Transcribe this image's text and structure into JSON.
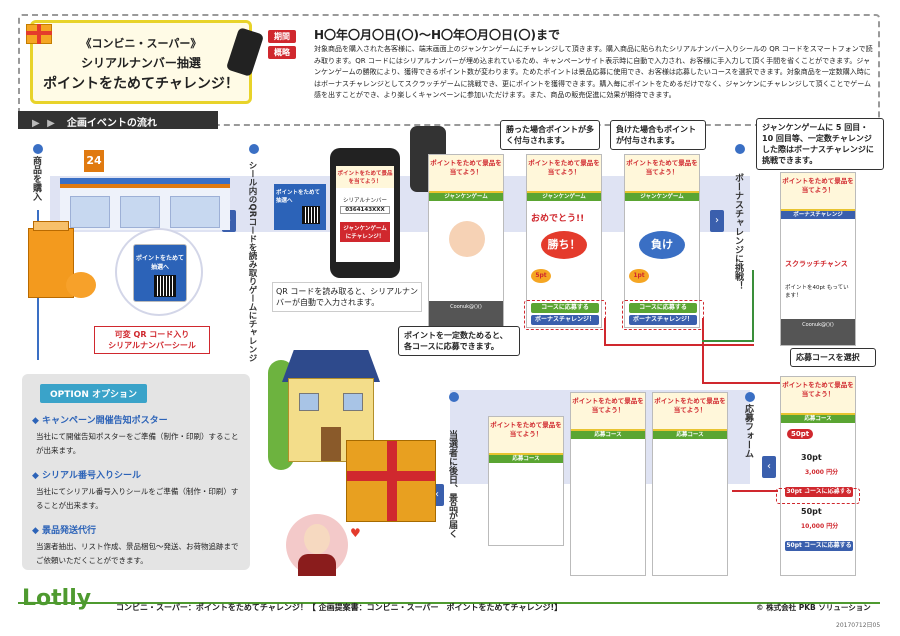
{
  "header": {
    "badge_line1": "《コンビニ・スーパー》",
    "badge_line2": "シリアルナンバー抽選",
    "badge_line3": "ポイントをためてチャレンジ！",
    "period_tag": "期間",
    "overview_tag": "概略",
    "period": "H〇年〇月〇日(〇)～H〇年〇月〇日(〇)まで",
    "overview": "対象商品を購入された各客様に、端末画面上のジャンケンゲームにチャレンジして頂きます。購入商品に貼られたシリアルナンバー入りシールの QR コードをスマートフォンで読み取ります。QR コードにはシリアルナンバーが埋め込まれているため、キャンペーンサイト表示時に自動で入力され、お客様に手入力して頂く手間を省くことができます。ジャンケンゲームの勝敗により、獲得できるポイント数が変わります。ためたポイントは景品応募に使用でき、お客様は応募したいコースを選択できます。対象商品を一定数購入時にはボーナスチャレンジとしてスクラッチゲームに挑戦でき、更にポイントを獲得できます。購入毎にポイントをためるだけでなく、ジャンケンにチャレンジして頂くことでゲーム感を出すことができ、より楽しくキャンペーンに参加いただけます。また、商品の販売促進に効果が期待できます。"
  },
  "section_title": "企画イベントの流れ",
  "stages": {
    "buy": "商品を購入",
    "scan": "シール内のQRコードを読み取りゲームにチャレンジ",
    "bonus": "ボーナスチャレンジに挑戦！",
    "apply": "応募フォーム",
    "prize": "当選者に後日、景品が届く"
  },
  "store_sign": "24",
  "sticker": {
    "card_text": "ポイントをためて抽選へ",
    "label": "可変 QR コード入り\nシリアルナンバーシール"
  },
  "phone": {
    "card_text": "ポイントをためて抽選へ",
    "screen_title": "ポイントをためて景品を当てよう！",
    "serial_label": "シリアルナンバー",
    "serial": "0364143XXX",
    "button": "ジャンケンゲームにチャレンジ！",
    "caption": "QR コードを読み取ると、シリアルナンバーが自動で入力されます。"
  },
  "cards": {
    "title": "ポイントをためて景品を当てよう！",
    "game_bar": "ジャンケンゲーム",
    "bonus_bar": "ボーナスチャレンジ",
    "apply_bar": "応募コース",
    "win_text": "勝ち！",
    "lose_text": "負け",
    "win_congrats": "おめでとう!!",
    "win_points": "5pt",
    "lose_points": "1pt",
    "course_button": "コースに応募する",
    "bonus_button": "ボーナスチャレンジ！",
    "footer": "Coonuk@()()",
    "scratch": "スクラッチチャンス",
    "points_have": "ポイントを40pt もっています！"
  },
  "callouts": {
    "win": "勝った場合ポイントが多く付与されます。",
    "lose": "負けた場合もポイントが付与されます。",
    "bonus": "ジャンケンゲームに 5 回目・10 回目等、一定数チャレンジした際はボーナスチャレンジに挑戦できます。",
    "apply": "ポイントを一定数ためると、各コースに応募できます。",
    "select": "応募コースを選択"
  },
  "course": {
    "c50": "50pt",
    "c30": "30pt",
    "c30_btn": "30pt コースに応募する",
    "c50_btn": "50pt コースに応募する",
    "prize30": "3,000 円分",
    "prize50": "10,000 円分"
  },
  "option": {
    "tag": "OPTION オプション",
    "h1": "◆ キャンペーン開催告知ポスター",
    "t1": "当社にて開催告知ポスターをご準備（制作・印刷）することが出来ます。",
    "h2": "◆ シリアル番号入りシール",
    "t2": "当社にてシリアル番号入りシールをご準備（制作・印刷）することが出来ます。",
    "h3": "◆ 景品発送代行",
    "t3": "当選者抽出、リスト作成、景品梱包～発送、お荷物追跡までご依頼いただくことができます。"
  },
  "footer": {
    "logo": "Lotlly",
    "text": "コンビニ・スーパー：ポイントをためてチャレンジ！【 企画提案書：コンビニ・スーパー　ポイントをためてチャレンジ!】",
    "copy": "© 株式会社 PKB ソリューション",
    "date": "20170712日05"
  },
  "colors": {
    "accent_red": "#d0282e",
    "accent_blue": "#3a6fc4",
    "accent_green": "#5aa532",
    "gold": "#e8d32a"
  }
}
